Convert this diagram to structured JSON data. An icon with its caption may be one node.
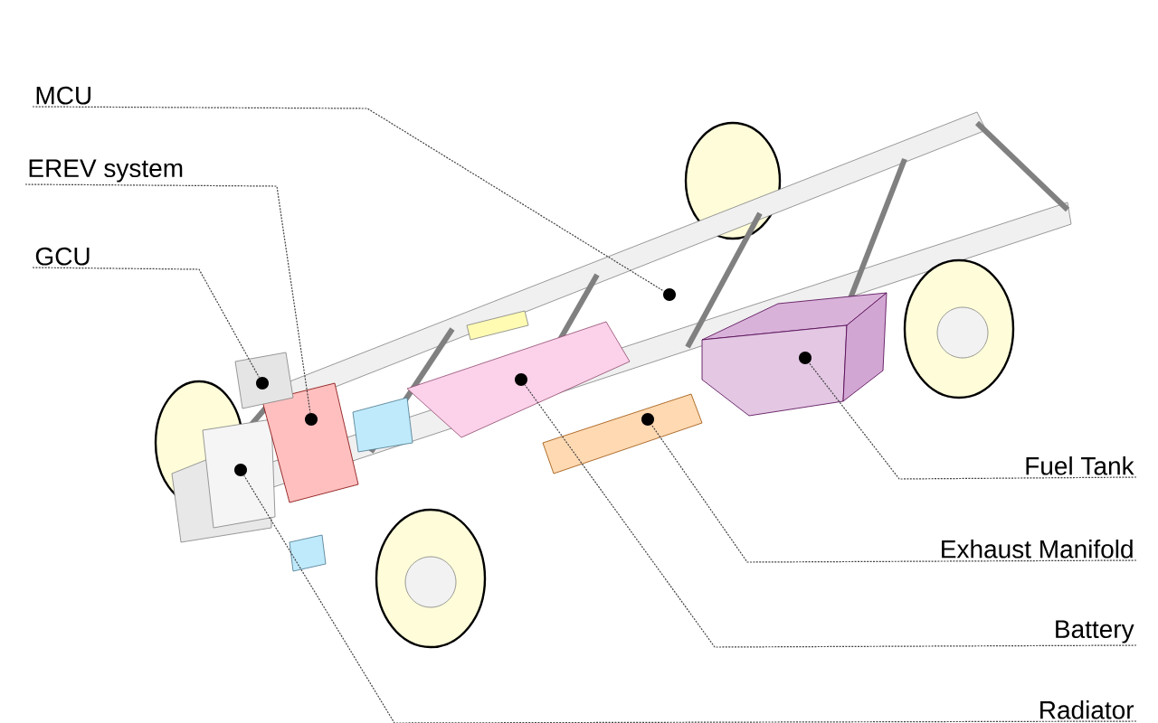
{
  "diagram": {
    "nodes": [
      {
        "text": [
          "MCU"
        ]
      },
      {
        "text": [
          "EREV system"
        ]
      },
      {
        "text": [
          "GCU"
        ]
      },
      {
        "text": [
          "Fuel Tank"
        ]
      },
      {
        "text": [
          "Exhaust Manifold"
        ]
      },
      {
        "text": [
          "Battery"
        ]
      },
      {
        "text": [
          "Radiator"
        ]
      },
      {
        "text": [],
        "shape": "circle"
      },
      {
        "text": [],
        "shape": "circle"
      },
      {
        "text": [],
        "shape": "circle"
      },
      {
        "text": [],
        "shape": "circle"
      },
      {
        "text": [],
        "shape": "circle"
      },
      {
        "text": [],
        "shape": "circle"
      },
      {
        "text": [],
        "shape": "circle"
      }
    ],
    "edges": [
      {
        "from": 0,
        "to": 12,
        "arrow": "none"
      },
      {
        "from": 1,
        "to": 9,
        "arrow": "none"
      },
      {
        "from": 2,
        "to": 8,
        "arrow": "none"
      },
      {
        "from": 3,
        "to": 13,
        "arrow": "none"
      },
      {
        "from": 4,
        "to": 11,
        "arrow": "none"
      },
      {
        "from": 5,
        "to": 10,
        "arrow": "none"
      },
      {
        "from": 6,
        "to": 7,
        "arrow": "none"
      }
    ]
  }
}
